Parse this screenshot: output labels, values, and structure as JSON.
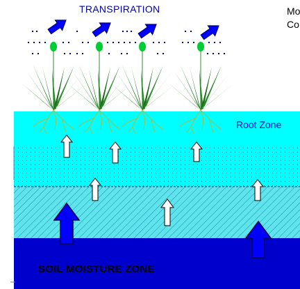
{
  "labels": {
    "transpiration": "TRANSPIRATION",
    "root_zone": "Root Zone",
    "soil_moisture_zone": "SOIL MOISTURE ZONE",
    "corner_line1": "Mo",
    "corner_line2": "Co"
  },
  "colors": {
    "sky": "#ffffff",
    "root_zone": "#00ffff",
    "hatched_zone": "#66e0ea",
    "soil_moisture_zone": "#0000cc",
    "arrow_blue": "#0000ff",
    "plant_green": "#1f7a1f",
    "leaf_green": "#00cc33",
    "root_yellow": "#cccc33",
    "transpiration_text": "#0000aa",
    "root_zone_text": "#0000cc"
  }
}
